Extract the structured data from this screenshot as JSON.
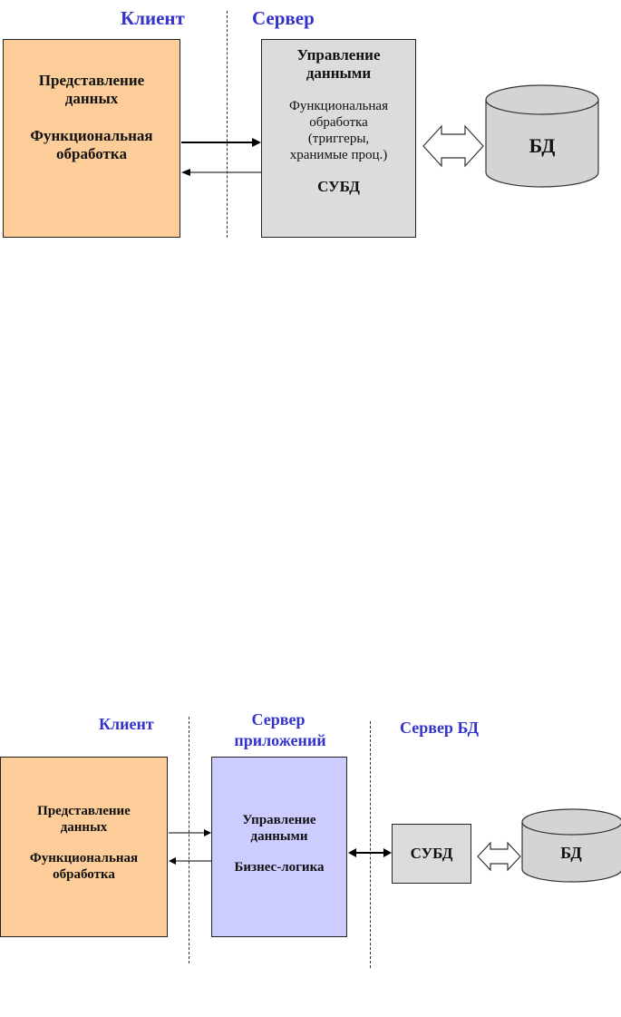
{
  "colors": {
    "client": "#fccc99",
    "server": "#dcdcdc",
    "app_server": "#ccccff",
    "db": "#d4d4d4",
    "header": "#3333cc"
  },
  "top": {
    "client_header": "Клиент",
    "server_header": "Сервер",
    "client_box": {
      "line1": "Представление",
      "line2": "данных",
      "line3": "Функциональная",
      "line4": "обработка"
    },
    "server_box": {
      "line1": "Управление",
      "line2": "данными",
      "line3": "Функциональная",
      "line4": "обработка",
      "line5": "(триггеры,",
      "line6": "хранимые проц.)",
      "line7": "СУБД"
    },
    "db_label": "БД"
  },
  "bottom": {
    "client_header": "Клиент",
    "app_server_header_1": "Сервер",
    "app_server_header_2": "приложений",
    "db_server_header": "Сервер БД",
    "client_box": {
      "line1": "Представление",
      "line2": "данных",
      "line3": "Функциональная",
      "line4": "обработка"
    },
    "app_box": {
      "line1": "Управление",
      "line2": "данными",
      "line3": "Бизнес-логика"
    },
    "dbms_label": "СУБД",
    "db_label": "БД"
  }
}
